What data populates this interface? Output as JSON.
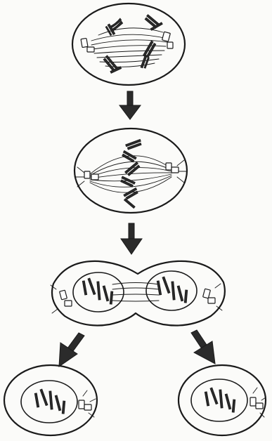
{
  "diagram": {
    "stages": [
      "prophase",
      "metaphase",
      "telophase-cytokinesis",
      "daughter-cells"
    ]
  }
}
